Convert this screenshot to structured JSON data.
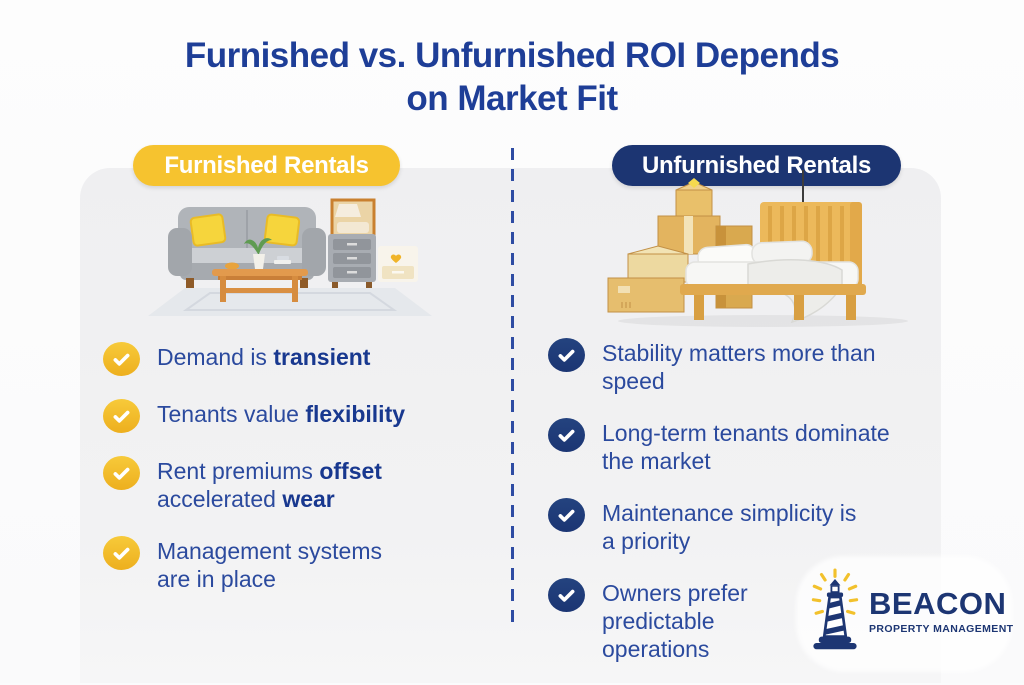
{
  "title": "Furnished vs. Unfurnished ROI Depends\non Market Fit",
  "left": {
    "badge": "Furnished Rentals",
    "illustration": "furnished-living-room",
    "bullets": [
      {
        "segments": [
          {
            "t": "Demand is ",
            "b": false
          },
          {
            "t": "transient",
            "b": true
          }
        ]
      },
      {
        "segments": [
          {
            "t": "Tenants value ",
            "b": false
          },
          {
            "t": "flexibility",
            "b": true
          }
        ]
      },
      {
        "segments": [
          {
            "t": "Rent premiums ",
            "b": false
          },
          {
            "t": "offset",
            "b": true
          },
          {
            "t": "\naccelerated ",
            "b": false
          },
          {
            "t": "wear",
            "b": true
          }
        ]
      },
      {
        "segments": [
          {
            "t": "Management systems\nare in place",
            "b": false
          }
        ]
      }
    ]
  },
  "right": {
    "badge": "Unfurnished Rentals",
    "illustration": "unfurnished-bedroom-with-boxes",
    "bullets": [
      {
        "segments": [
          {
            "t": "Stability matters more than\nspeed",
            "b": false
          }
        ]
      },
      {
        "segments": [
          {
            "t": "Long-term tenants dominate\nthe market",
            "b": false
          }
        ]
      },
      {
        "segments": [
          {
            "t": "Maintenance simplicity is\na priority",
            "b": false
          }
        ]
      },
      {
        "segments": [
          {
            "t": "Owners prefer\npredictable\noperations",
            "b": false
          }
        ]
      }
    ]
  },
  "logo": {
    "name": "BEACON",
    "subtitle": "PROPERTY MANAGEMENT"
  },
  "colors": {
    "title_navy": "#1E3E97",
    "badge_yellow": "#F6C32F",
    "badge_navy": "#1C3572",
    "bullet_blue": "#2B4A9E",
    "bullet_bold_blue": "#18388F",
    "check_yellow": "#F2BC28",
    "check_navy": "#1E3B7C",
    "panel_gray": "#EFEFF0",
    "divider_blue": "#2E4CA3",
    "background": "#FBFBFC"
  }
}
